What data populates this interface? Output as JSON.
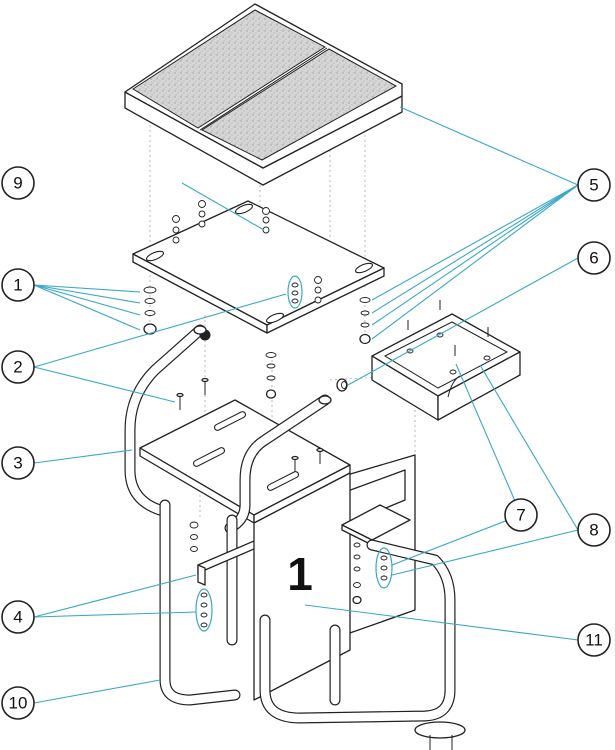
{
  "callouts": [
    {
      "id": "c1",
      "label": "1"
    },
    {
      "id": "c2",
      "label": "2"
    },
    {
      "id": "c3",
      "label": "3"
    },
    {
      "id": "c4",
      "label": "4"
    },
    {
      "id": "c5",
      "label": "5"
    },
    {
      "id": "c6",
      "label": "6"
    },
    {
      "id": "c7",
      "label": "7"
    },
    {
      "id": "c8",
      "label": "8"
    },
    {
      "id": "c9",
      "label": "9"
    },
    {
      "id": "c10",
      "label": "10"
    },
    {
      "id": "c11",
      "label": "11"
    }
  ],
  "side_plate_stamp": "1",
  "colors": {
    "leader": "#3aa7c8",
    "line": "#222222",
    "tread": "#dcdcdc"
  }
}
